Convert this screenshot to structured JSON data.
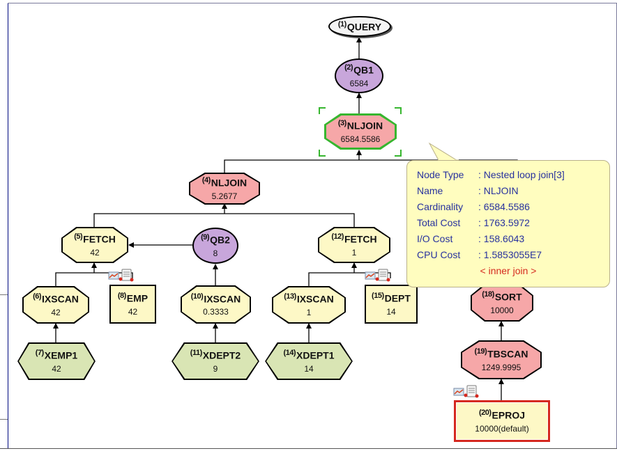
{
  "nodes": {
    "n1": {
      "num": "(1)",
      "label": "QUERY",
      "value": ""
    },
    "n2": {
      "num": "(2)",
      "label": "QB1",
      "value": "6584"
    },
    "n3": {
      "num": "(3)",
      "label": "NLJOIN",
      "value": "6584.5586"
    },
    "n4": {
      "num": "(4)",
      "label": "NLJOIN",
      "value": "5.2677"
    },
    "n5": {
      "num": "(5)",
      "label": "FETCH",
      "value": "42"
    },
    "n6": {
      "num": "(6)",
      "label": "IXSCAN",
      "value": "42"
    },
    "n7": {
      "num": "(7)",
      "label": "XEMP1",
      "value": "42"
    },
    "n8": {
      "num": "(8)",
      "label": "EMP",
      "value": "42"
    },
    "n9": {
      "num": "(9)",
      "label": "QB2",
      "value": "8"
    },
    "n10": {
      "num": "(10)",
      "label": "IXSCAN",
      "value": "0.3333"
    },
    "n11": {
      "num": "(11)",
      "label": "XDEPT2",
      "value": "9"
    },
    "n12": {
      "num": "(12)",
      "label": "FETCH",
      "value": "1"
    },
    "n13": {
      "num": "(13)",
      "label": "IXSCAN",
      "value": "1"
    },
    "n14": {
      "num": "(14)",
      "label": "XDEPT1",
      "value": "14"
    },
    "n15": {
      "num": "(15)",
      "label": "DEPT",
      "value": "14"
    },
    "n18": {
      "num": "(18)",
      "label": "SORT",
      "value": "10000"
    },
    "n19": {
      "num": "(19)",
      "label": "TBSCAN",
      "value": "1249.9995"
    },
    "n20": {
      "num": "(20)",
      "label": "EPROJ",
      "value": "10000(default)"
    }
  },
  "tooltip": {
    "rows": [
      {
        "key": "Node Type",
        "value": ": Nested loop join[3]"
      },
      {
        "key": "Name",
        "value": ":  NLJOIN"
      },
      {
        "key": "Cardinality",
        "value": ":  6584.5586"
      },
      {
        "key": "Total Cost",
        "value": ":  1763.5972"
      },
      {
        "key": "I/O Cost",
        "value": ":  158.6043"
      },
      {
        "key": "CPU Cost",
        "value": ":  1.5853055E7"
      }
    ],
    "note": "< inner join >"
  },
  "colors": {
    "operator_yellow": "#fdf8c6",
    "join_pink": "#f6a7a8",
    "query_block_purple": "#c8a6db",
    "index_green": "#d9e5b4",
    "selection_green": "#37b62f",
    "tooltip_text": "#27319e",
    "tooltip_note": "#d52a1e"
  },
  "icons": [
    "table-stats-icon"
  ]
}
